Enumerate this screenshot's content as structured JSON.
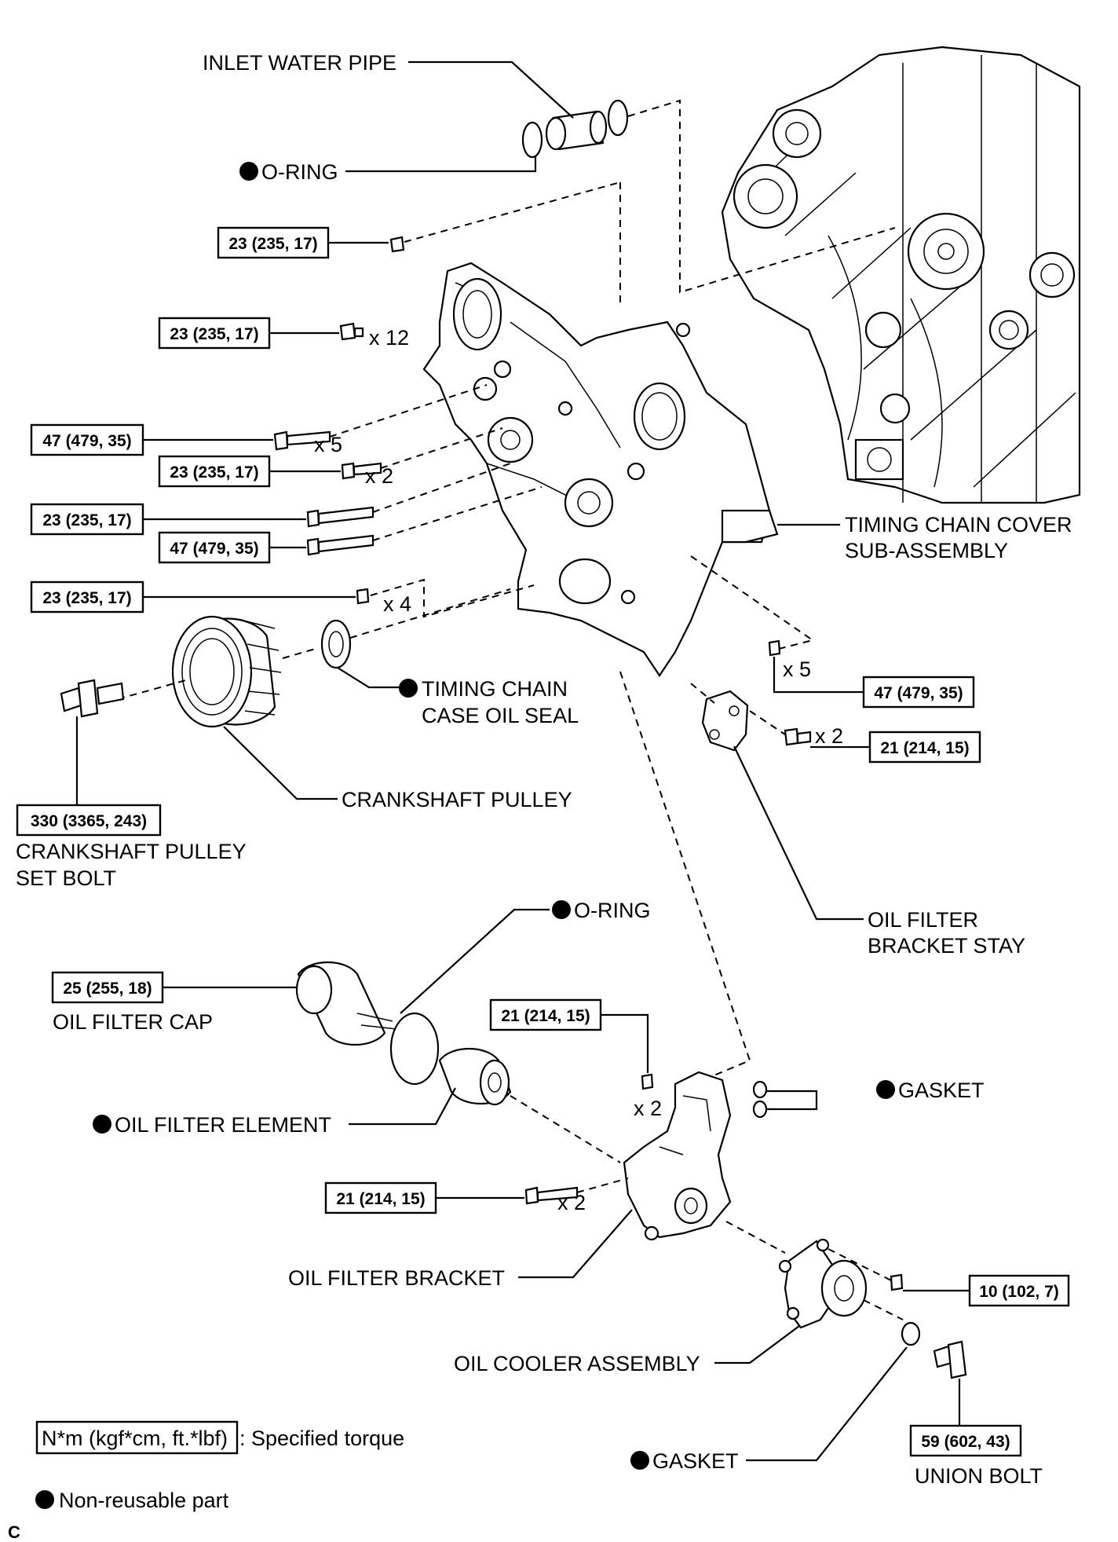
{
  "labels": {
    "inlet_water_pipe": "INLET WATER PIPE",
    "o_ring_top": "O-RING",
    "timing_chain_cover_1": "TIMING CHAIN COVER",
    "timing_chain_cover_2": "SUB-ASSEMBLY",
    "timing_chain_case_oil_seal_1": "TIMING CHAIN",
    "timing_chain_case_oil_seal_2": "CASE OIL SEAL",
    "crankshaft_pulley": "CRANKSHAFT PULLEY",
    "crankshaft_pulley_set_bolt_1": "CRANKSHAFT PULLEY",
    "crankshaft_pulley_set_bolt_2": "SET BOLT",
    "oil_filter_bracket_stay_1": "OIL FILTER",
    "oil_filter_bracket_stay_2": "BRACKET STAY",
    "o_ring_mid": "O-RING",
    "oil_filter_cap": "OIL FILTER CAP",
    "oil_filter_element": "OIL FILTER ELEMENT",
    "gasket_upper": "GASKET",
    "oil_filter_bracket": "OIL FILTER BRACKET",
    "oil_cooler_assembly": "OIL COOLER ASSEMBLY",
    "gasket_lower": "GASKET",
    "union_bolt": "UNION BOLT"
  },
  "torques": {
    "t1": "23 (235, 17)",
    "t2": "23 (235, 17)",
    "t3": "47 (479, 35)",
    "t4": "23 (235, 17)",
    "t5": "23 (235, 17)",
    "t6": "47 (479, 35)",
    "t7": "23 (235, 17)",
    "t8": "47 (479, 35)",
    "t9": "21 (214, 15)",
    "t10": "330 (3365, 243)",
    "t11": "25 (255, 18)",
    "t12": "21 (214, 15)",
    "t13": "21 (214, 15)",
    "t14": "10 (102, 7)",
    "t15": "59 (602, 43)"
  },
  "multipliers": {
    "m12": "x 12",
    "m5a": "x 5",
    "m2a": "x 2",
    "m4": "x 4",
    "m5b": "x 5",
    "m2b": "x 2",
    "m2c": "x 2",
    "m2d": "x 2"
  },
  "legend": {
    "torque_box": "N*m (kgf*cm, ft.*lbf)",
    "torque_desc": ": Specified torque",
    "non_reusable": "Non-reusable part"
  },
  "corner_code": "C"
}
